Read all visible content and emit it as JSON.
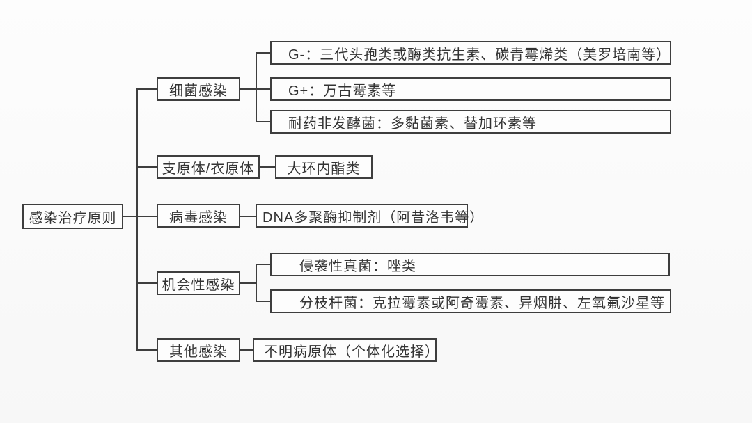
{
  "diagram": {
    "type": "tree-flowchart",
    "title": "感染治疗原则",
    "colors": {
      "line": "#3e3e3e",
      "box_border": "#3e3e3e",
      "box_background": "#fdfdfd",
      "text": "#333333",
      "page_background": "#fbfbfb"
    },
    "branches": [
      {
        "label": "细菌感染",
        "children": [
          "G-：三代头孢类或酶类抗生素、碳青霉烯类（美罗培南等）",
          "G+：万古霉素等",
          "耐药非发酵菌：多黏菌素、替加环素等"
        ]
      },
      {
        "label": "支原体/衣原体",
        "children": [
          "大环内酯类"
        ]
      },
      {
        "label": "病毒感染",
        "children": [
          "DNA多聚酶抑制剂（阿昔洛韦等）"
        ]
      },
      {
        "label": "机会性感染",
        "children": [
          "侵袭性真菌：唑类",
          "分枝杆菌：克拉霉素或阿奇霉素、异烟肼、左氧氟沙星等"
        ]
      },
      {
        "label": "其他感染",
        "children": [
          "不明病原体（个体化选择）"
        ]
      }
    ]
  }
}
